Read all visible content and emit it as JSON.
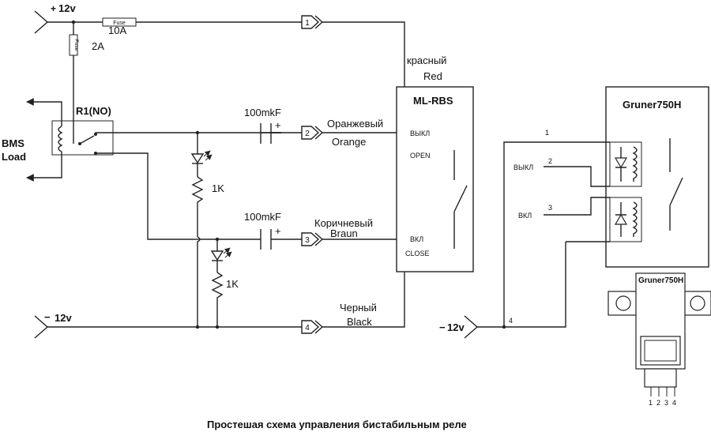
{
  "labels": {
    "plus12v": "12v",
    "minus12v_left": "12v",
    "minus12v_right": "12v",
    "fuse_small": "Fuse",
    "fuse_main": "Fuse",
    "fuse_main_rating": "10A",
    "fuse_branch_rating": "2A",
    "relay": "R1(NO)",
    "bms_line1": "BMS",
    "bms_line2": "Load",
    "cap1": "100mkF",
    "cap2": "100mkF",
    "resistor1": "1K",
    "resistor2": "1K",
    "red_ru": "красный",
    "red_en": "Red",
    "orange_ru": "Оранжевый",
    "orange_en": "Orange",
    "brown_ru": "Коричневый",
    "brown_en": "Braun",
    "black_ru": "Черный",
    "black_en": "Black",
    "mlrbs_title": "ML-RBS",
    "mlrbs_off_ru": "ВЫКЛ",
    "mlrbs_off_en": "OPEN",
    "mlrbs_on_ru": "ВКЛ",
    "mlrbs_on_en": "CLOSE",
    "gruner_title": "Gruner750H",
    "gruner_pkg_title": "Gruner750H",
    "gruner_off": "ВЫКЛ",
    "gruner_on": "ВКЛ",
    "caption": "Простешая схема управления бистабильным реле"
  },
  "connectors": [
    "1",
    "2",
    "3",
    "4"
  ],
  "gruner_pins": [
    "1",
    "2",
    "3",
    "4"
  ],
  "pkg_pins": [
    "1",
    "2",
    "3",
    "4"
  ]
}
